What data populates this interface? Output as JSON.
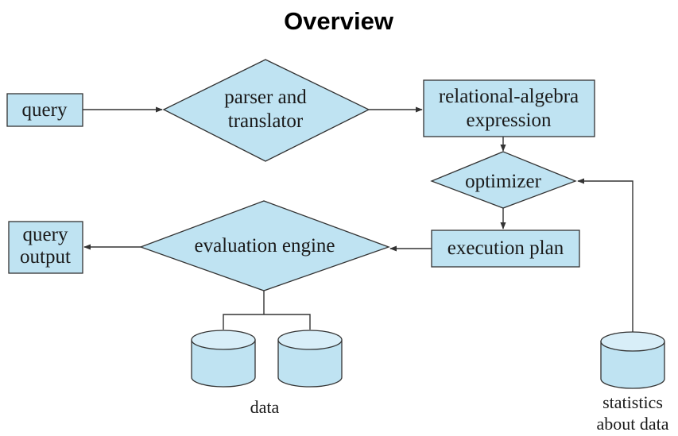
{
  "title": "Overview",
  "colors": {
    "box_fill": "#bfe3f2",
    "cylinder_top": "#d8eef8",
    "stroke": "#333333"
  },
  "nodes": {
    "query": "query",
    "parser": [
      "parser and",
      "translator"
    ],
    "relational_algebra": [
      "relational-algebra",
      "expression"
    ],
    "optimizer": "optimizer",
    "execution_plan": "execution plan",
    "evaluation_engine": "evaluation engine",
    "query_output": [
      "query",
      "output"
    ]
  },
  "captions": {
    "data": "data",
    "statistics": [
      "statistics",
      "about data"
    ]
  }
}
